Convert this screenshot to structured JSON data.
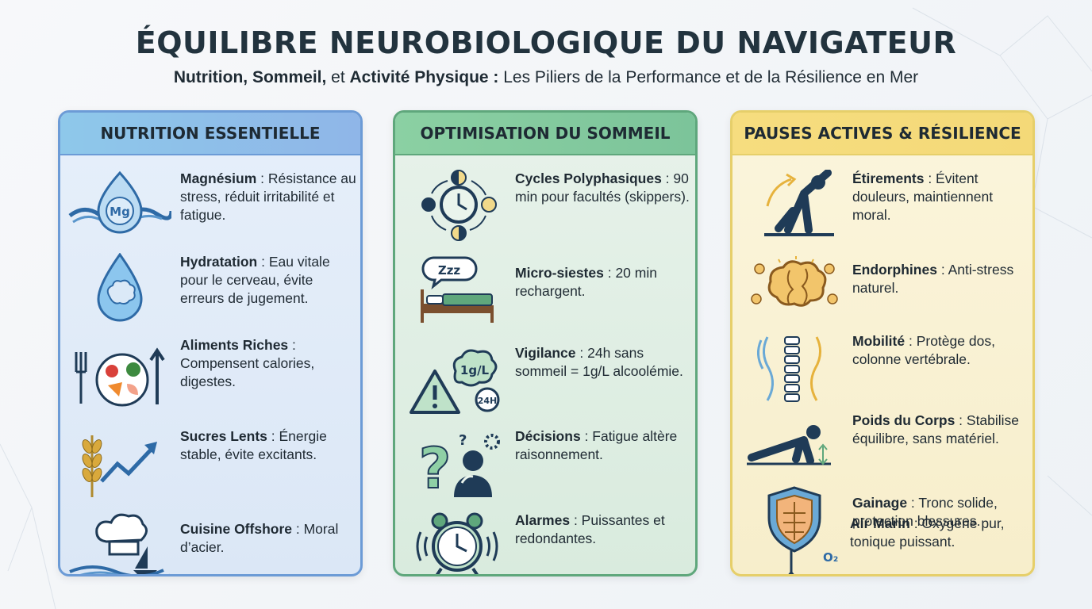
{
  "header": {
    "title": "ÉQUILIBRE NEUROBIOLOGIQUE DU NAVIGATEUR",
    "subtitle_bold_1": "Nutrition, Sommeil,",
    "subtitle_plain_1": " et ",
    "subtitle_bold_2": "Activité Physique :",
    "subtitle_plain_2": " Les Piliers de la Performance et de la Résilience en Mer"
  },
  "panels": [
    {
      "title": "NUTRITION ESSENTIELLE",
      "items": [
        {
          "icon": "magnesium-wave-icon",
          "term": "Magnésium",
          "desc": " : Résistance au stress, réduit irritabilité et fatigue.",
          "icon_label": "Mg"
        },
        {
          "icon": "water-drop-brain-icon",
          "term": "Hydratation",
          "desc": " : Eau vitale pour le cerveau, évite erreurs de jugement."
        },
        {
          "icon": "food-plate-icon",
          "term": "Aliments Riches",
          "desc": " : Compensent calories, digestes."
        },
        {
          "icon": "wheat-graph-icon",
          "term": "Sucres Lents",
          "desc": " : Énergie stable, évite excitants."
        },
        {
          "icon": "chef-hat-boat-icon",
          "term": "Cuisine Offshore",
          "desc": " : Moral d’acier."
        }
      ]
    },
    {
      "title": "OPTIMISATION DU SOMMEIL",
      "items": [
        {
          "icon": "clock-cycle-icon",
          "term": "Cycles Polyphasiques",
          "desc": " : 90 min pour facultés (skippers)."
        },
        {
          "icon": "bed-sleep-icon",
          "term": "Micro-siestes",
          "desc": " : 20 min rechargent.",
          "icon_label": "Zzz"
        },
        {
          "icon": "warning-brain-icon",
          "term": "Vigilance",
          "desc": " : 24h sans sommeil = 1g/L alcoolémie.",
          "icon_label": "1g/L",
          "icon_label_2": "24H"
        },
        {
          "icon": "question-thinker-icon",
          "term": "Décisions",
          "desc": " : Fatigue altère raisonnement."
        },
        {
          "icon": "alarm-clock-icon",
          "term": "Alarmes",
          "desc": " : Puissantes et redondantes."
        }
      ]
    },
    {
      "title": "PAUSES ACTIVES & RÉSILIENCE",
      "items": [
        {
          "icon": "stretching-icon",
          "term": "Étirements",
          "desc": " : Évitent douleurs, maintiennent moral."
        },
        {
          "icon": "brain-smiles-icon",
          "term": "Endorphines",
          "desc": " : Anti-stress naturel."
        },
        {
          "icon": "spine-icon",
          "term": "Mobilité",
          "desc": " : Protège dos, colonne vertébrale."
        },
        {
          "icon": "pushup-icon",
          "term": "Poids du Corps",
          "desc": " : Stabilise équilibre, sans matériel."
        },
        {
          "icon": "core-shield-icon",
          "term": "Gainage",
          "desc": " : Tronc solide, protection blessures."
        },
        {
          "icon": "lungs-air-icon",
          "term": "Air Marin",
          "desc": " : Oxygène pur, tonique puissant.",
          "icon_label": "O₂"
        }
      ]
    }
  ],
  "colors": {
    "nutrition_border": "#6c9bd6",
    "sleep_border": "#5fa77c",
    "active_border": "#e6cf6a",
    "navy_icon": "#1f3b57"
  }
}
